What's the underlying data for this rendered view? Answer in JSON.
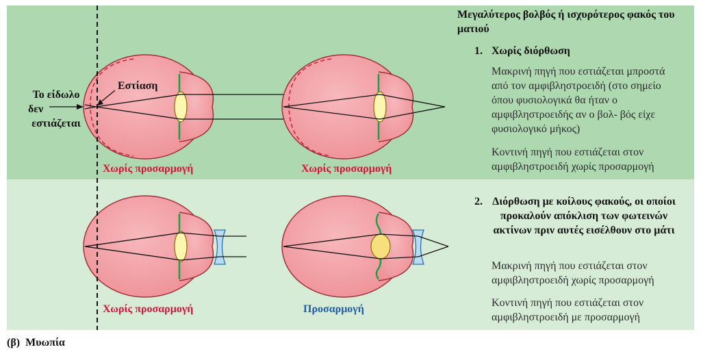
{
  "heading": "Μεγαλύτερος βολβός ή ισχυρότερος φακός του ματιού",
  "sections": [
    {
      "number": "1.",
      "title": "Χωρίς διόρθωση",
      "paragraphs": [
        "Μακρινή πηγή που εστιάζεται μπροστά από τον αμφιβληστροειδή (στο σημείο όπου φυσιολογικά θα ήταν ο αμφιβληστροειδής αν ο βολ- βός είχε φυσιολογικό μήκος)",
        "Κοντινή πηγή που εστιάζεται στον αμφιβληστροειδή χωρίς προσαρμογή"
      ]
    },
    {
      "number": "2.",
      "title": "Διόρθωση με κοίλους φακούς, οι οποίοι προκαλούν απόκλιση των φωτεινών ακτίνων πριν αυτές εισέλθουν στο μάτι",
      "paragraphs": [
        "Μακρινή πηγή που εστιάζεται στον αμφιβληστροειδή χωρίς προσαρμογή",
        "Κοντινή πηγή που εστιάζεται στον αμφιβληστροειδή με προσαρμογή"
      ]
    }
  ],
  "eye_labels": {
    "top_left": "Χωρίς προσαρμογή",
    "top_right": "Χωρίς προσαρμογή",
    "bottom_left": "Χωρίς προσαρμογή",
    "bottom_right": "Προσαρμογή"
  },
  "annotations": {
    "image_line1": "Το είδωλο",
    "image_line2": "δεν",
    "image_line3": "εστιάζεται",
    "focus": "Εστίαση"
  },
  "caption": "(β)  Μυωπία",
  "colors": {
    "top_bg": "#aed8b0",
    "bottom_bg": "#d6ecd6",
    "eye_fill": "#f2a3a8",
    "retina_dash": "#c0283c",
    "iris": "#1aa04a",
    "lens_fill": "#fbf7b0",
    "accommodated_lens": "#f6df7c",
    "concave_lens": "#b9dcf2",
    "label_red": "#d2143c",
    "label_blue": "#1f5da8"
  }
}
